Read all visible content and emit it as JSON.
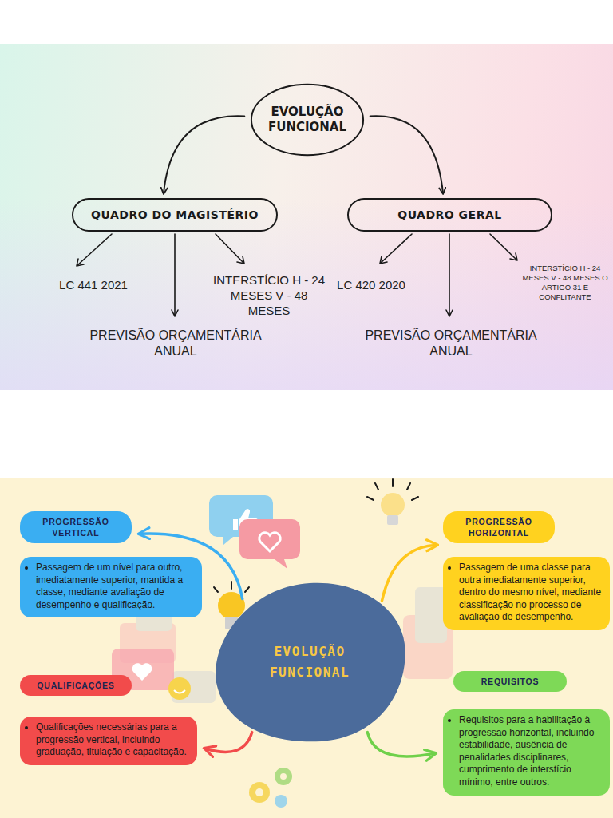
{
  "diagram": {
    "nodes": [
      {
        "text": [
          "EVOLUÇÃO FUNCIONAL"
        ]
      },
      {
        "text": [
          "QUADRO DO MAGISTÉRIO"
        ]
      },
      {
        "text": [
          "QUADRO GERAL"
        ]
      },
      {
        "text": [
          "EVOLUÇÃO FUNCIONAL"
        ]
      },
      {
        "text": [
          "PROGRESSÃO VERTICAL"
        ]
      },
      {
        "text": [
          "Passagem de um nível para outro, imediatamente superior, mantida a classe, mediante avaliação de desempenho e qualificação."
        ]
      },
      {
        "text": [
          "PROGRESSÃO HORIZONTAL"
        ]
      },
      {
        "text": [
          "Passagem de uma classe para outra imediatamente superior, dentro do mesmo nível, mediante classificação no processo de avaliação de desempenho."
        ]
      },
      {
        "text": [
          "QUALIFICAÇÕES"
        ]
      },
      {
        "text": [
          "Qualificações necessárias para a progressão vertical, incluindo graduação, titulação e capacitação."
        ]
      },
      {
        "text": [
          "REQUISITOS"
        ]
      },
      {
        "text": [
          "Requisitos para a habilitação à progressão horizontal, incluindo estabilidade, ausência de penalidades disciplinares, cumprimento de interstício mínimo, entre outros."
        ]
      }
    ],
    "edges": [
      {
        "from": 0,
        "to": 1,
        "arrow": "to"
      },
      {
        "from": 0,
        "to": 2,
        "arrow": "to"
      },
      {
        "from": 3,
        "to": 4,
        "arrow": "to"
      },
      {
        "from": 3,
        "to": 6,
        "arrow": "to"
      },
      {
        "from": 3,
        "to": 9,
        "arrow": "to"
      },
      {
        "from": 3,
        "to": 11,
        "arrow": "to"
      }
    ],
    "labels": [
      "LC 441 2021",
      "INTERSTÍCIO H - 24 MESES V - 48 MESES",
      "PREVISÃO ORÇAMENTÁRIA ANUAL",
      "LC 420 2020",
      "PREVISÃO ORÇAMENTÁRIA ANUAL",
      "INTERSTÍCIO H - 24 MESES V - 48 MESES O ARTIGO 31 É CONFLITANTE"
    ]
  }
}
